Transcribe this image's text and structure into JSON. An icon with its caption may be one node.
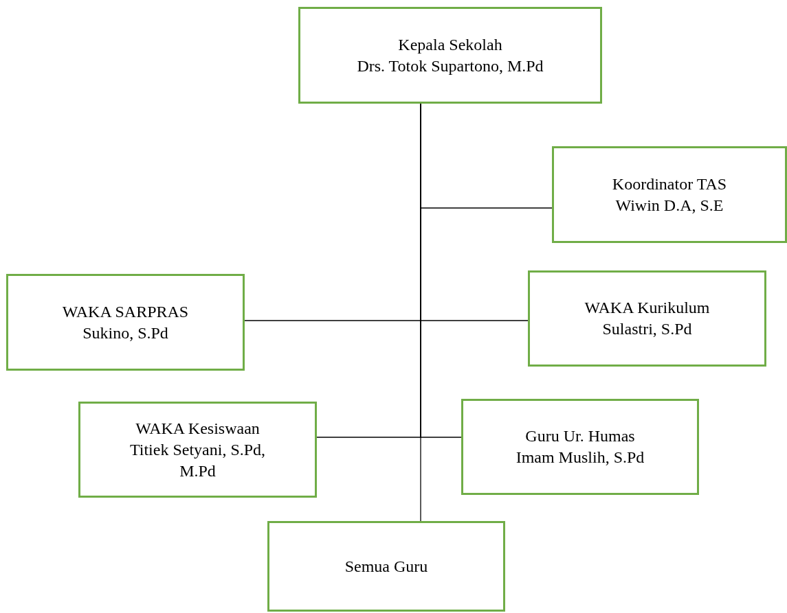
{
  "diagram": {
    "nodes": [
      {
        "text": [
          "Kepala Sekolah",
          "Drs. Totok Supartono, M.Pd"
        ]
      },
      {
        "text": [
          "Koordinator TAS",
          "Wiwin D.A, S.E"
        ]
      },
      {
        "text": [
          "WAKA SARPRAS",
          "Sukino, S.Pd"
        ]
      },
      {
        "text": [
          "WAKA Kurikulum",
          "Sulastri, S.Pd"
        ]
      },
      {
        "text": [
          "WAKA Kesiswaan",
          "Titiek Setyani, S.Pd, M.Pd"
        ]
      },
      {
        "text": [
          "Guru Ur. Humas",
          "Imam Muslih, S.Pd"
        ]
      },
      {
        "text": [
          "Semua Guru"
        ]
      }
    ],
    "edges": [
      {
        "from": 0,
        "to": 1,
        "arrow": "none"
      },
      {
        "from": 0,
        "to": 2,
        "arrow": "none"
      },
      {
        "from": 0,
        "to": 3,
        "arrow": "none"
      },
      {
        "from": 0,
        "to": 4,
        "arrow": "none"
      },
      {
        "from": 0,
        "to": 5,
        "arrow": "none"
      },
      {
        "from": 0,
        "to": 6,
        "arrow": "none"
      }
    ]
  }
}
